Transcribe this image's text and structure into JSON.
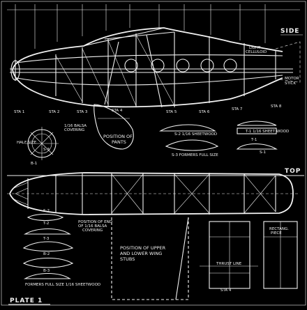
{
  "views": {
    "side_title": "SIDE",
    "top_title": "TOP"
  },
  "plate_label": "PLATE 1",
  "notes": {
    "light_celluloid_1": "LIGHT",
    "light_celluloid_2": "CELLULOID",
    "motor_stick_1": "MOTOR",
    "motor_stick_2": "STICK",
    "position_of_pants_1": "POSITION OF",
    "position_of_pants_2": "PANTS",
    "sheetwood_s2": "S-2 1/16 SHEETWOOD",
    "sheetwood_t1": "T-1 1/16 SHEET WOOD",
    "formers_full_size_top": "S-3   FORMERS FULL SIZE",
    "balsa_covering_1": "1/16 BALSA",
    "balsa_covering_2": "COVERING",
    "half_size": "HALF SIZE",
    "position_end_balsa_1": "POSITION OF END",
    "position_end_balsa_2": "OF 1/16 BALSA",
    "position_end_balsa_3": "COVERING",
    "wing_stubs_1": "POSITION OF UPPER",
    "wing_stubs_2": "AND LOWER WING",
    "wing_stubs_3": "STUBS",
    "formers_full_size_bottom": "FORMERS FULL SIZE 1/16 SHEETWOOD",
    "thrust_line": "THRUST LINE",
    "aileron_note_1": "RECTANG.",
    "aileron_note_2": "PIECE"
  },
  "stations": {
    "side": [
      "STA 1",
      "STA 2",
      "STA 3",
      "STA 4",
      "STA 5",
      "STA 6",
      "STA 7",
      "STA 8"
    ],
    "sta_4_bottom": "STA 4"
  },
  "former_labels": {
    "s1": "S-1",
    "s2": "S-2",
    "s3": "S-3",
    "t1": "T-1",
    "t2": "T-2",
    "t3": "T-3",
    "b1": "B-1",
    "b2": "B-2",
    "b3": "B-3"
  }
}
